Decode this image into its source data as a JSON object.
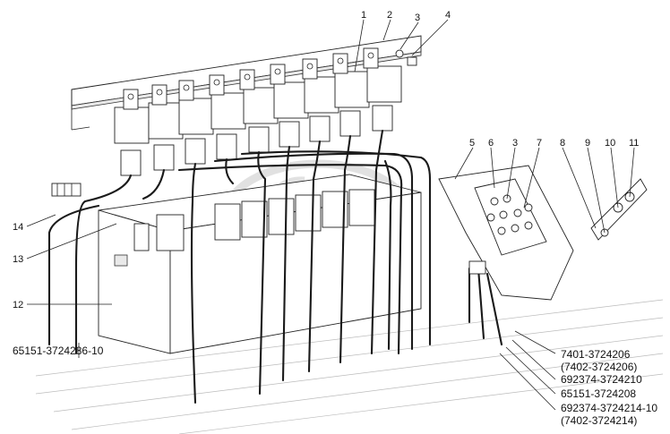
{
  "callouts": [
    "1",
    "2",
    "3",
    "4",
    "5",
    "6",
    "3",
    "7",
    "8",
    "9",
    "10",
    "11",
    "12",
    "13",
    "14"
  ],
  "part_numbers": [
    "65151-3724286-10",
    "7401-3724206",
    "(7402-3724206)",
    "692374-3724210",
    "65151-3724208",
    "692374-3724214-10",
    "(7402-3724214)"
  ],
  "colors": {
    "line": "#222222",
    "wire": "#1a1a1a",
    "watermark": "#c9c9c9"
  },
  "icons": [
    "relay-icon",
    "fuse-icon",
    "connector-icon",
    "watermark-logo"
  ]
}
